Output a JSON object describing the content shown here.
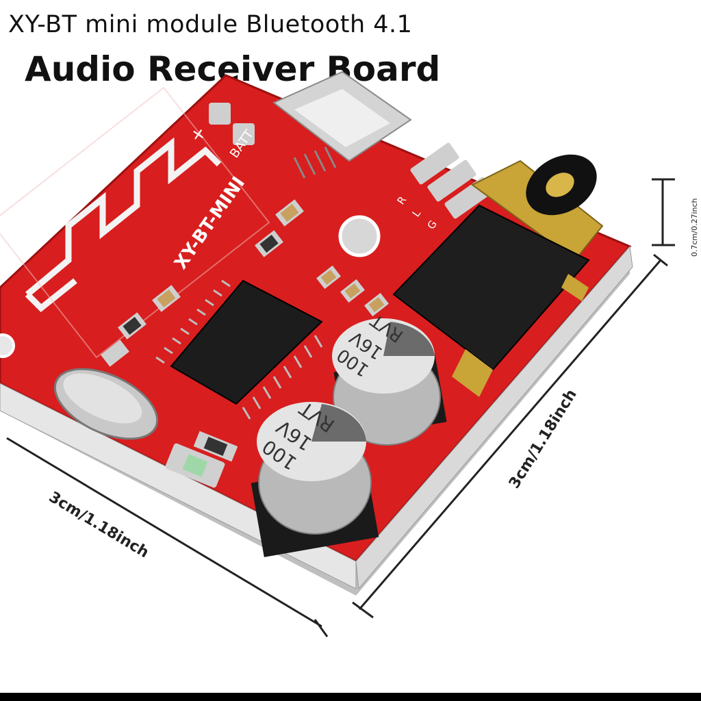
{
  "title": {
    "line1": "XY-BT mini module Bluetooth 4.1",
    "line2": "Audio Receiver Board"
  },
  "board": {
    "silkscreen_model": "XY-BT-MINI",
    "silkscreen_batt": "BATT",
    "silkscreen_plus": "+",
    "pad_labels": [
      "R",
      "L",
      "G"
    ],
    "colors": {
      "pcb": "#d81e1e",
      "pcb_edge": "#9c1010",
      "chip": "#1c1c1c",
      "jack_gold": "#c9a436"
    }
  },
  "capacitors": [
    {
      "label_value": "100",
      "label_voltage": "16V",
      "label_series": "RVT"
    },
    {
      "label_value": "100",
      "label_voltage": "16V",
      "label_series": "RVT"
    }
  ],
  "dimensions": {
    "width": "3cm/1.18inch",
    "depth": "3cm/1.18inch",
    "height": "0.7cm/0.27inch"
  }
}
